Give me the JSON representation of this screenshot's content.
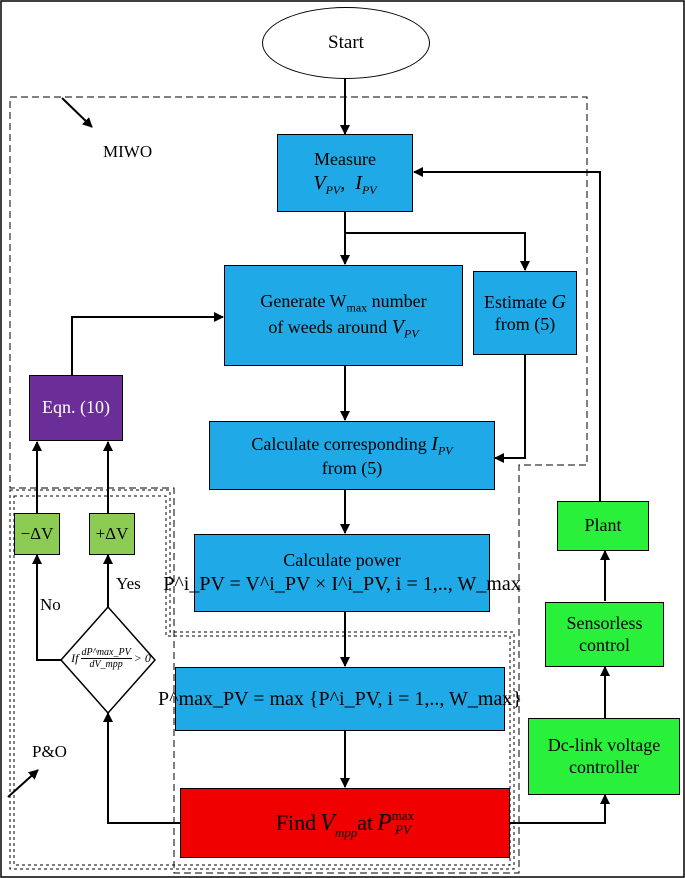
{
  "start": "Start",
  "miwo_label": "MIWO",
  "po_label": "P&O",
  "measure": {
    "line1": "Measure",
    "vpv": "V",
    "vpv_sub": "PV",
    "ipv": "I",
    "ipv_sub": "PV"
  },
  "generate": {
    "line1_a": "Generate W",
    "line1_sub": "max",
    "line1_b": " number",
    "line2_a": "of weeds around ",
    "vpv": "V",
    "vpv_sub": "PV"
  },
  "estimate": {
    "line1_a": "Estimate ",
    "g": "G",
    "line2": "from (5)"
  },
  "calc_current": {
    "line1_a": "Calculate corresponding ",
    "ipv": "I",
    "ipv_sub": "PV",
    "line2": "from (5)"
  },
  "calc_power": {
    "line1": "Calculate power",
    "formula": "P^i_PV = V^i_PV × I^i_PV,   i = 1,.., W_max"
  },
  "max_power": {
    "formula": "P^max_PV = max {P^i_PV,   i = 1,.., W_max}"
  },
  "find": {
    "text_a": "Find ",
    "v": "V",
    "v_sub": "mpp",
    "text_b": " at ",
    "p": "P",
    "p_sub": "PV",
    "p_sup": "max"
  },
  "eqn": "Eqn. (10)",
  "minus_dv": "−ΔV",
  "plus_dv": "+ΔV",
  "yes": "Yes",
  "no": "No",
  "decision": {
    "prefix": "If",
    "num": "dP^max_PV",
    "den": "dV_mpp",
    "suffix": "> 0"
  },
  "plant": "Plant",
  "sensorless": {
    "line1": "Sensorless",
    "line2": "control"
  },
  "dclink": {
    "line1": "Dc-link voltage",
    "line2": "controller"
  },
  "colors": {
    "process": "#1fa9e6",
    "control": "#29f03a",
    "delta": "#8ccc55",
    "eqn": "#6b2e98",
    "find": "#f00000"
  }
}
